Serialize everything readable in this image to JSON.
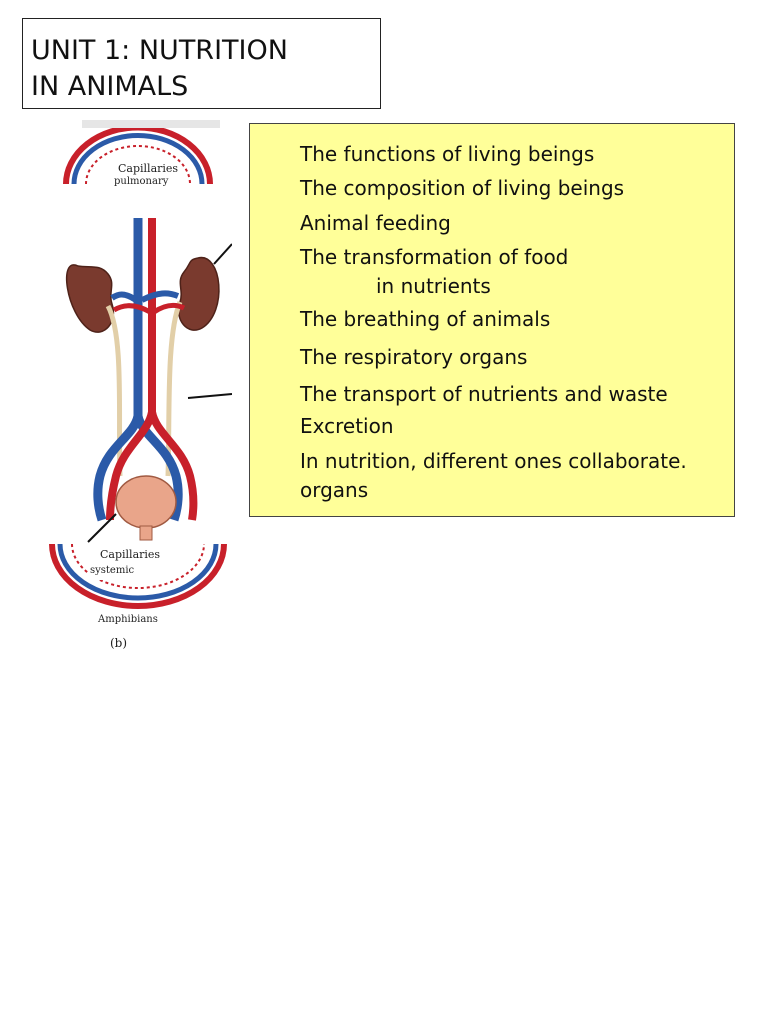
{
  "title": {
    "line1": "UNIT 1: NUTRITION",
    "line2": "IN ANIMALS"
  },
  "topics": [
    "The functions of living beings",
    "The composition of living beings",
    "Animal feeding",
    "The transformation of food",
    "in nutrients",
    "The breathing of animals",
    "The respiratory organs",
    "The transport of nutrients and waste",
    "Excretion",
    "In nutrition, different ones collaborate.",
    "organs"
  ],
  "diagram": {
    "label_top_1": "Capillaries",
    "label_top_2": "pulmonary",
    "label_bottom_1": "Capillaries",
    "label_bottom_2": "systemic",
    "label_group": "Amphibians",
    "label_figure": "(b)"
  },
  "colors": {
    "topic_background": "#ffff99",
    "artery": "#c8202a",
    "vein": "#2b5aa8",
    "kidney": "#7a3a2e",
    "bladder": "#e9a58a"
  }
}
